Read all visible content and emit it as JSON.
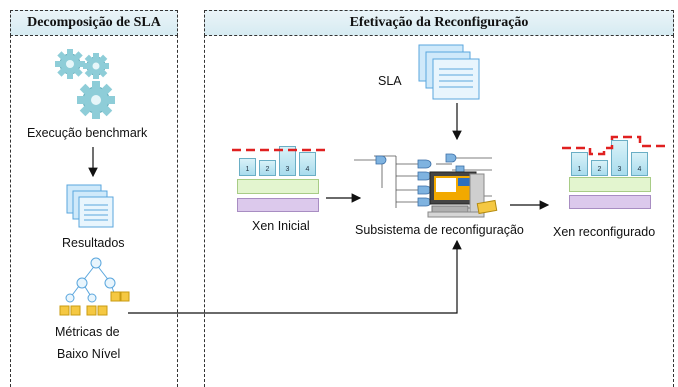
{
  "left_panel": {
    "title": "Decomposição de SLA",
    "benchmark_label": "Execução benchmark",
    "results_label": "Resultados",
    "metrics_label_line1": "Métricas de",
    "metrics_label_line2": "Baixo Nível"
  },
  "right_panel": {
    "title": "Efetivação da Reconfiguração",
    "sla_label": "SLA",
    "xen_initial_label": "Xen Inicial",
    "subsystem_label": "Subsistema de  reconfiguração",
    "xen_reconfigured_label": "Xen reconfigurado",
    "vm_numbers": [
      "1",
      "2",
      "3",
      "4"
    ]
  },
  "colors": {
    "sla_line": "#e02020",
    "vm_fill": "#b5e2f0",
    "green_bar": "#e3f5cf",
    "purple_bar": "#dcc9ec",
    "doc_icon": "#8ec9ee",
    "tree_node": "#f5c842"
  }
}
